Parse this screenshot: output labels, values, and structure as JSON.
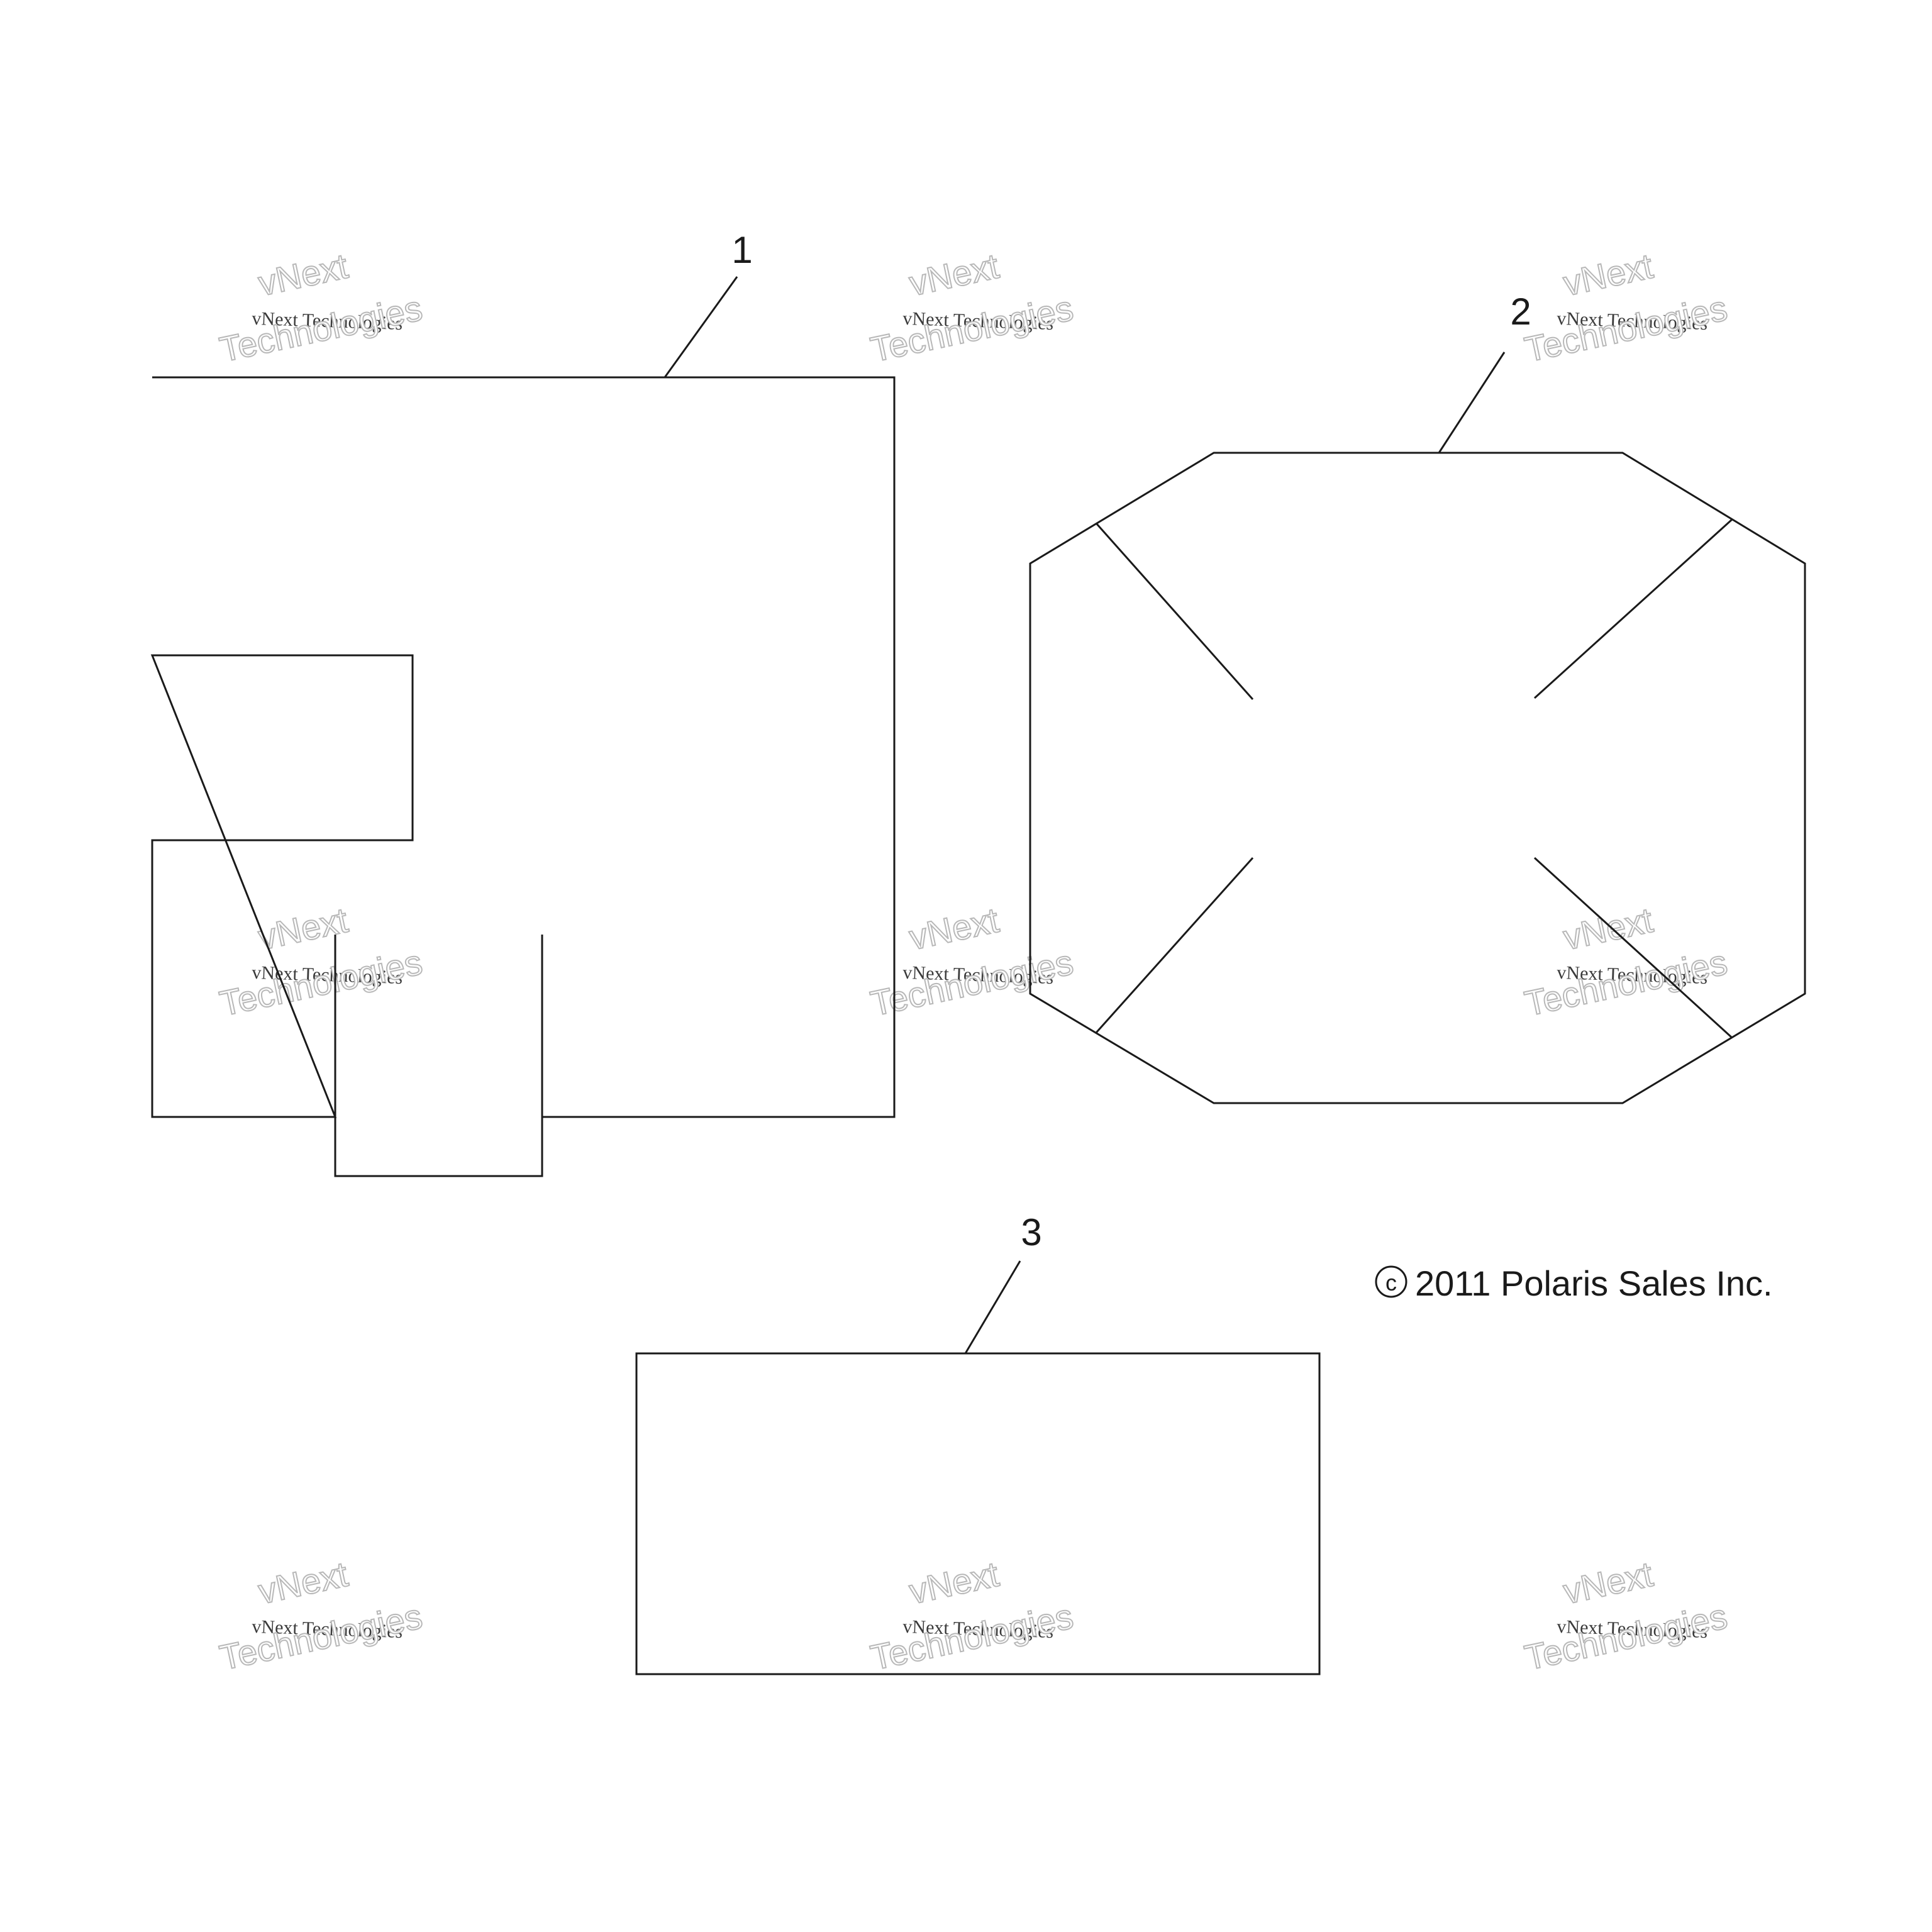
{
  "callouts": {
    "part_1": "1",
    "part_2": "2",
    "part_3": "3"
  },
  "copyright": {
    "symbol": "©",
    "text": "2011 Polaris Sales Inc."
  },
  "watermark": {
    "line_top": "vNext",
    "line_small": "vNext Technologies",
    "line_big": "Technologies"
  },
  "colors": {
    "line": "#1a1a1a",
    "watermark_outline": "#b8b8b8",
    "background": "#ffffff"
  }
}
